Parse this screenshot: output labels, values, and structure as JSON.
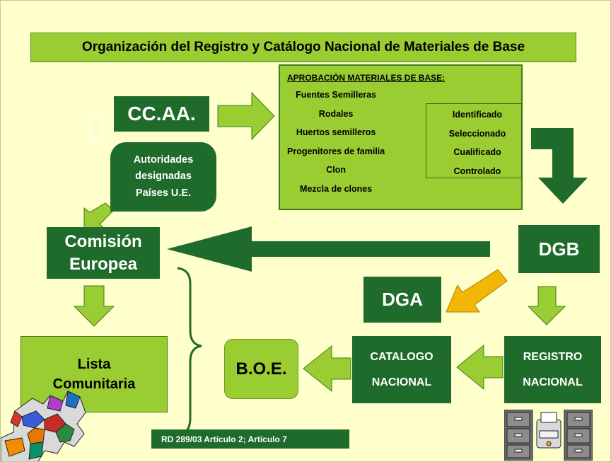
{
  "title": "Organización del Registro y Catálogo Nacional de Materiales de Base",
  "ccaa": "CC.AA.",
  "autoridades": {
    "line1": "Autoridades",
    "line2": "designadas",
    "line3": "Países U.E."
  },
  "aprobacion": {
    "heading": "APROBACIÓN MATERIALES DE BASE:",
    "fuentes": [
      "Fuentes Semilleras",
      "Rodales",
      "Huertos semilleros",
      "Progenitores de familia",
      "Clon",
      "Mezcla de clones"
    ],
    "categorias": [
      "Identificado",
      "Seleccionado",
      "Cualificado",
      "Controlado"
    ]
  },
  "comision": {
    "line1": "Comisión",
    "line2": "Europea"
  },
  "dgb": "DGB",
  "dga": "DGA",
  "lista": {
    "line1": "Lista",
    "line2": "Comunitaria"
  },
  "boe": "B.O.E.",
  "catalogo": {
    "line1": "CATALOGO",
    "line2": "NACIONAL"
  },
  "registro": {
    "line1": "REGISTRO",
    "line2": "NACIONAL"
  },
  "rd": "RD 289/03 Artículo 2; Artículo 7",
  "colors": {
    "dark_green": "#1e6b2c",
    "light_green": "#9acd32",
    "background": "#ffffcc",
    "gold_arrow": "#f2b705"
  }
}
